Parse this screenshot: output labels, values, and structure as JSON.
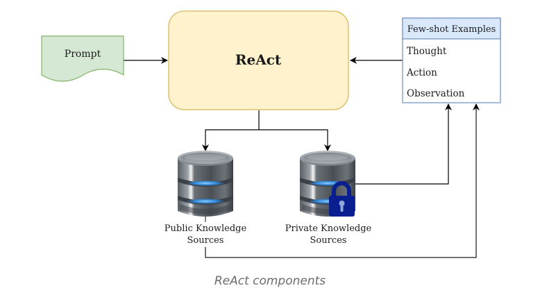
{
  "nodes": {
    "prompt": {
      "label": "Prompt",
      "fill": "#d5e8d4",
      "stroke": "#82b366"
    },
    "react": {
      "label": "ReAct",
      "fill": "#fff2cc",
      "stroke": "#d6b656"
    },
    "few_shot": {
      "header": "Few-shot Examples",
      "header_fill": "#dae8fc",
      "stroke": "#6c8ebf",
      "items": [
        "Thought",
        "Action",
        "Observation"
      ]
    },
    "public_sources": {
      "label_line1": "Public Knowledge",
      "label_line2": "Sources",
      "icon": "database-icon"
    },
    "private_sources": {
      "label_line1": "Private Knowledge",
      "label_line2": "Sources",
      "icon": "database-icon",
      "badge_icon": "lock-icon",
      "badge_color": "#0a1f8f"
    }
  },
  "edges": [
    {
      "from": "prompt",
      "to": "react"
    },
    {
      "from": "few_shot",
      "to": "react"
    },
    {
      "from": "react",
      "to": "public_sources"
    },
    {
      "from": "react",
      "to": "private_sources"
    },
    {
      "from": "private_sources",
      "to": "few_shot"
    },
    {
      "from": "public_sources",
      "to": "few_shot"
    }
  ],
  "caption": "ReAct components"
}
